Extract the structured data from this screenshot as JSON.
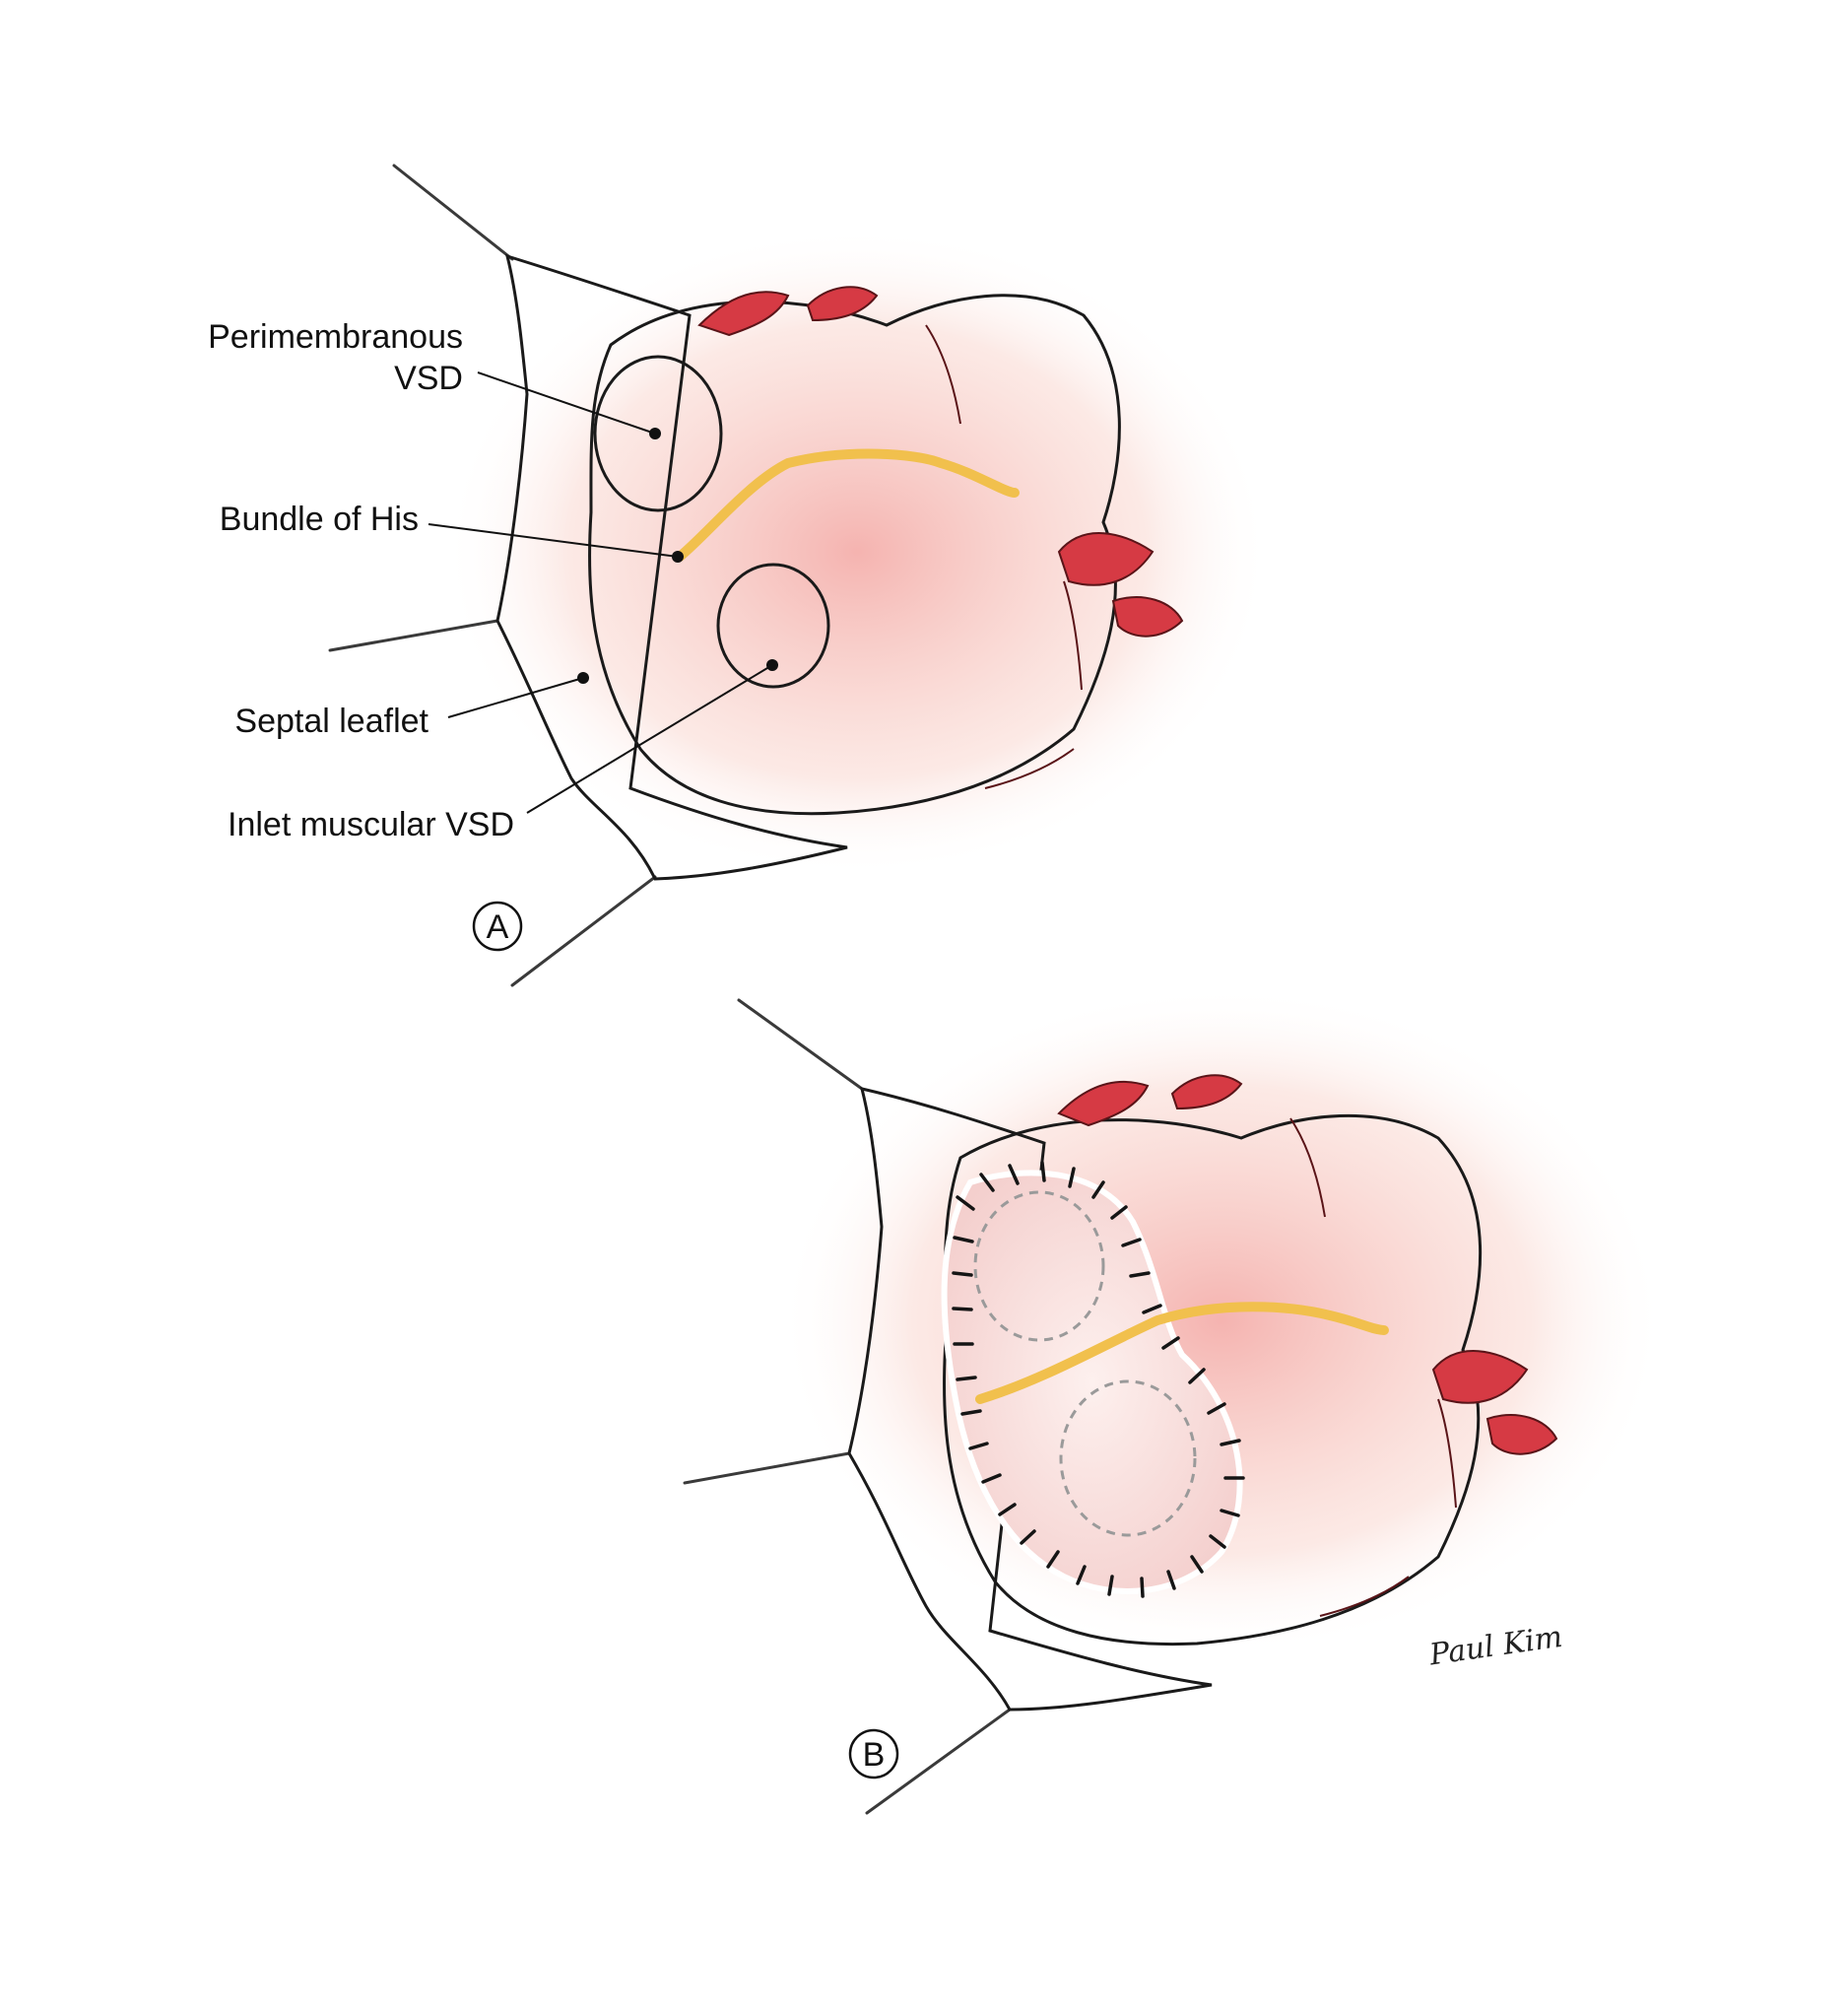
{
  "labels": {
    "perimembranous_line1": "Perimembranous",
    "perimembranous_line2": "VSD",
    "bundle_of_his": "Bundle of His",
    "septal_leaflet": "Septal leaflet",
    "inlet_muscular": "Inlet muscular VSD"
  },
  "panels": {
    "a": "A",
    "b": "B"
  },
  "signature": "Paul Kim",
  "colors": {
    "tissue_red": "#e03a45",
    "tissue_pink": "#f6c3c3",
    "defect_dark": "#7c1c22",
    "leaflet_cream": "#f4ead8",
    "his_bundle": "#f1c04d",
    "patch": "#fbe6e4"
  }
}
